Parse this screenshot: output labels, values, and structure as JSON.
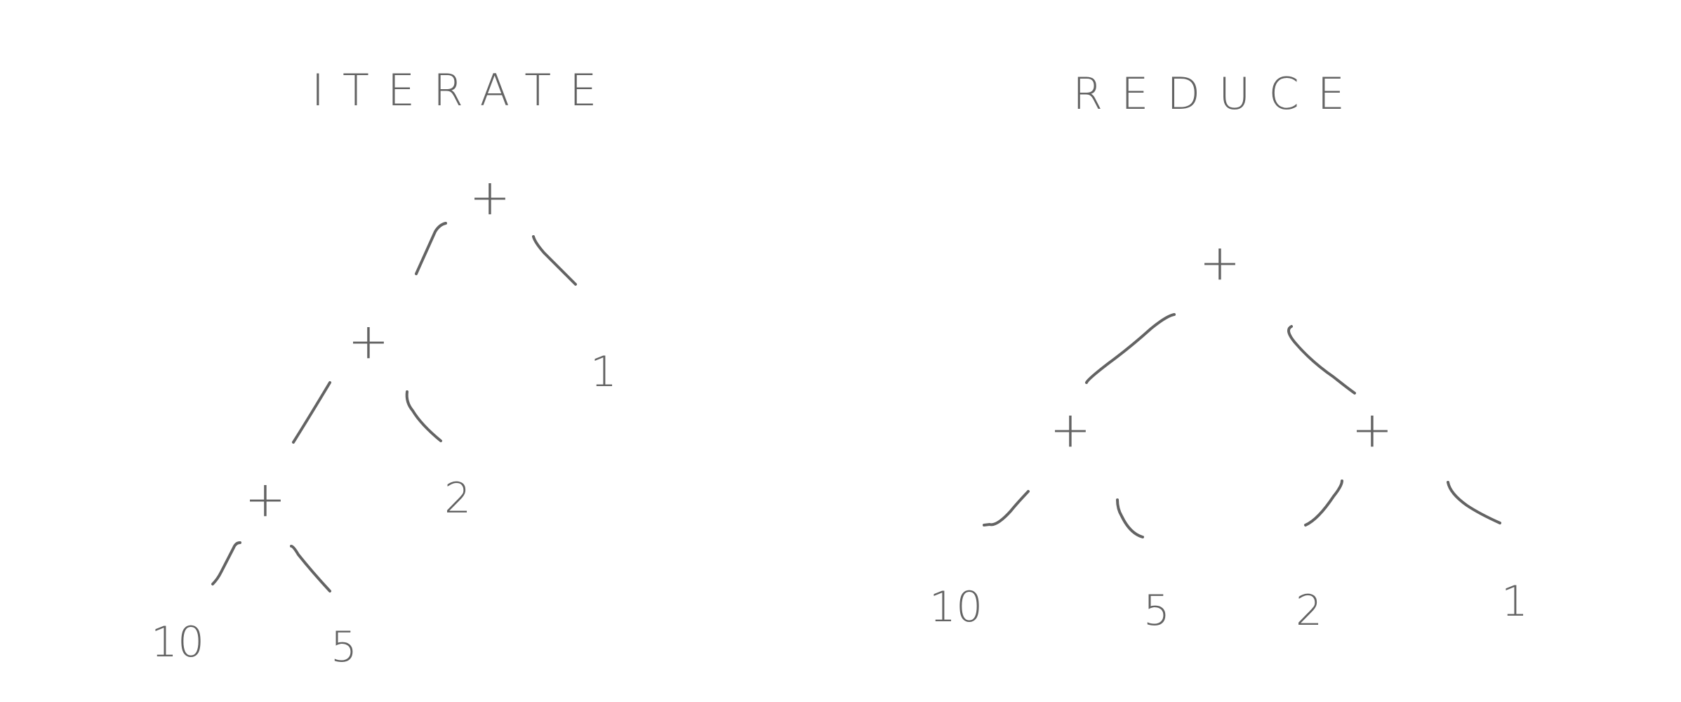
{
  "iterate": {
    "title": "ITERATE",
    "root_op": "+",
    "mid_op": "+",
    "low_op": "+",
    "leaf_1": "1",
    "leaf_2": "2",
    "leaf_10": "10",
    "leaf_5": "5"
  },
  "reduce": {
    "title": "REDUCE",
    "root_op": "+",
    "left_op": "+",
    "right_op": "+",
    "leaf_10": "10",
    "leaf_5": "5",
    "leaf_2": "2",
    "leaf_1": "1"
  },
  "colors": {
    "ink": "#636363",
    "background": "#ffffff"
  }
}
